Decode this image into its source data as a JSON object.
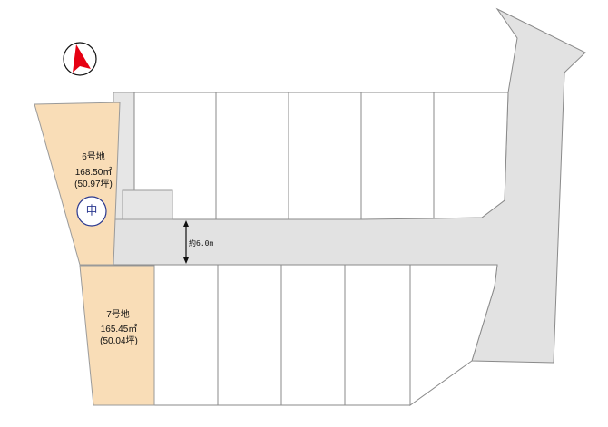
{
  "north_arrow": {
    "icon": "north-arrow-icon",
    "color": "#e60012"
  },
  "road": {
    "width_label": "約6.0m",
    "color": "#e2e2e2"
  },
  "lots": {
    "lot6": {
      "name": "6号地",
      "area": "168.50㎡",
      "tsubo": "(50.97坪)",
      "fill": "#f9ddb7"
    },
    "lot7": {
      "name": "7号地",
      "area": "165.45㎡",
      "tsubo": "(50.04坪)",
      "fill": "#f9ddb7"
    }
  },
  "stamp": {
    "text": "申",
    "color": "#2b3990"
  }
}
